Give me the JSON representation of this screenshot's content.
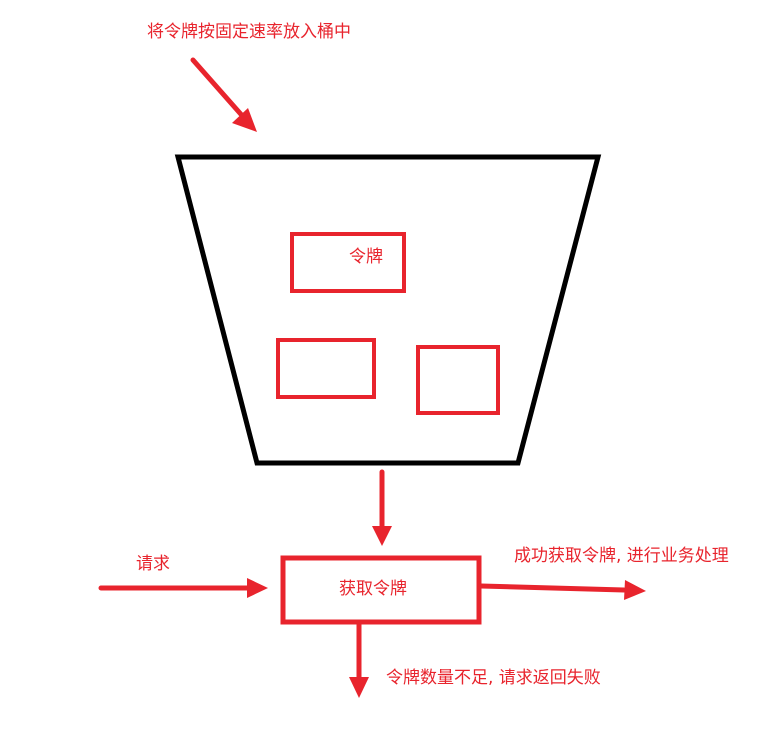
{
  "labels": {
    "refill": "将令牌按固定速率放入桶中",
    "token": "令牌",
    "request": "请求",
    "acquire": "获取令牌",
    "success": "成功获取令牌, 进行业务处理",
    "failure": "令牌数量不足, 请求返回失败"
  },
  "colors": {
    "accent": "#e8242d",
    "bucket_outline": "#000000",
    "background": "#ffffff"
  }
}
